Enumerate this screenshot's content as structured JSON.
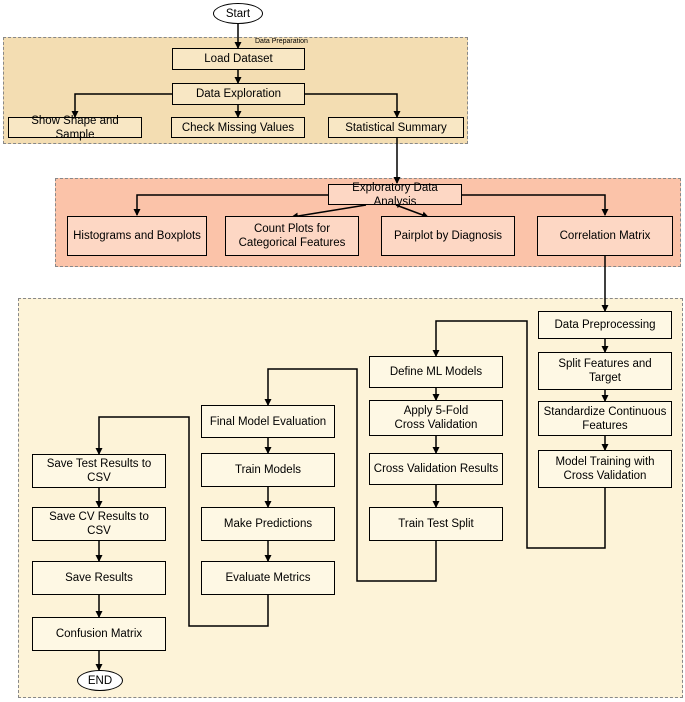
{
  "colors": {
    "prep_panel": "#f3ddb2",
    "prep_box": "#f8e7c4",
    "eda_panel": "#fbc3a9",
    "eda_box": "#fdd7c4",
    "model_panel": "#fdf3d8",
    "model_box": "#fef8e4",
    "line": "#000000"
  },
  "panels": {
    "prep_label": "Data Preparation"
  },
  "nodes": {
    "start": "Start",
    "load": "Load Dataset",
    "explore": "Data Exploration",
    "shape": "Show Shape and Sample",
    "missing": "Check Missing Values",
    "stats": "Statistical Summary",
    "eda": "Exploratory Data Analysis",
    "hist": "Histograms and Boxplots",
    "count": "Count Plots for\nCategorical Features",
    "pair": "Pairplot by Diagnosis",
    "corr": "Correlation Matrix",
    "preproc": "Data Preprocessing",
    "split": "Split Features and Target",
    "standardize": "Standardize Continuous\nFeatures",
    "train_cv": "Model Training with\nCross Validation",
    "define": "Define ML Models",
    "apply": "Apply 5-Fold\nCross Validation",
    "cvres": "Cross Validation Results",
    "tts": "Train Test Split",
    "final": "Final Model Evaluation",
    "train": "Train Models",
    "predict": "Make Predictions",
    "evaluate": "Evaluate Metrics",
    "save_test": "Save Test Results to CSV",
    "save_cv": "Save CV Results to CSV",
    "save_res": "Save Results",
    "confusion": "Confusion Matrix",
    "end": "END"
  }
}
